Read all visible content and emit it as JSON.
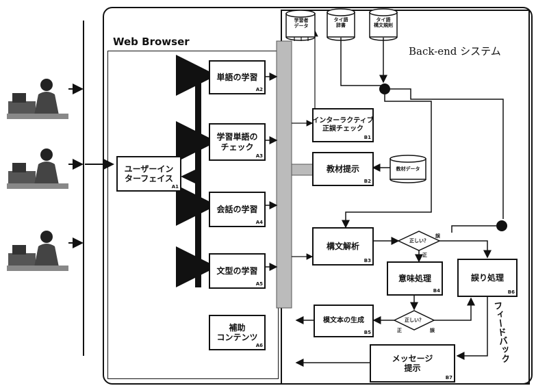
{
  "regions": {
    "web_browser": "Web Browser",
    "backend": "Back-end システム"
  },
  "users": [
    {
      "icon": "user-at-computer-icon"
    },
    {
      "icon": "user-at-computer-icon"
    },
    {
      "icon": "user-at-computer-icon"
    }
  ],
  "boxes": {
    "ui": {
      "label": "ユーザーイン\nターフェイス",
      "code": "A1"
    },
    "word": {
      "label": "単語の学習",
      "code": "A2"
    },
    "check": {
      "label": "学習単語の\nチェック",
      "code": "A3"
    },
    "conv": {
      "label": "会話の学習",
      "code": "A4"
    },
    "pattern": {
      "label": "文型の学習",
      "code": "A5"
    },
    "aux": {
      "label": "補助\nコンテンツ",
      "code": "A6"
    },
    "interactive": {
      "label": "インターラクティブ\n正誤チェック",
      "code": "B1"
    },
    "material": {
      "label": "教材提示",
      "code": "B2"
    },
    "parse": {
      "label": "構文解析",
      "code": "B3"
    },
    "meaning": {
      "label": "意味処理",
      "code": "B4"
    },
    "error": {
      "label": "誤り処理",
      "code": "B6"
    },
    "gen": {
      "label": "模文本の生成",
      "code": "B5"
    },
    "message": {
      "label": "メッセージ\n提示",
      "code": "B7"
    }
  },
  "databases": {
    "learner": "学習者\nデータ",
    "thai_dict": "タイ語\n辞書",
    "thai_grammar": "タイ語\n構文規則",
    "material_data": "教材データ"
  },
  "decisions": {
    "d1": {
      "label": "正しい？",
      "yes": "正",
      "no": "誤"
    },
    "d2": {
      "label": "正しい？",
      "yes": "正",
      "no": "誤"
    }
  },
  "feedback": "フィードバック"
}
